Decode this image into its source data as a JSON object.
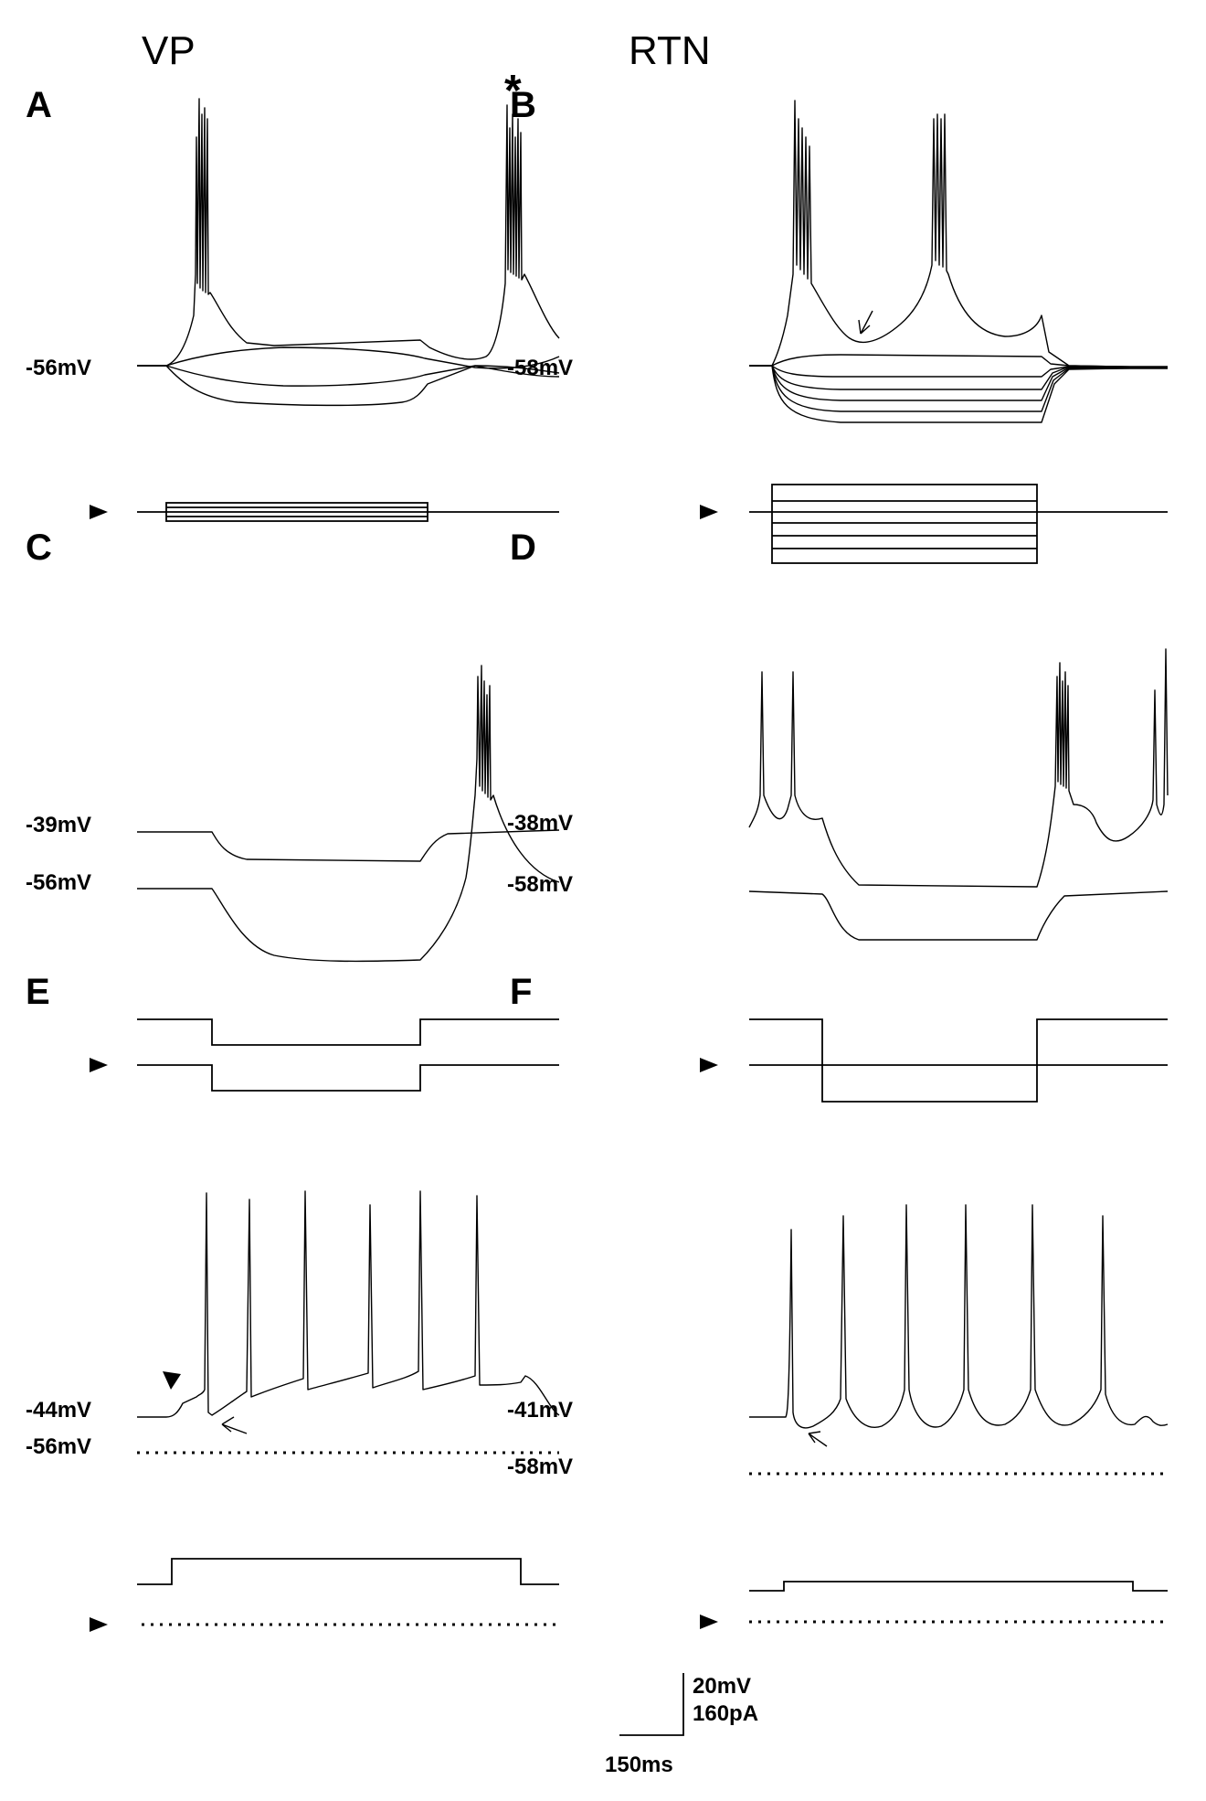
{
  "columns": {
    "left": "VP",
    "right": "RTN"
  },
  "panels": {
    "A": {
      "letter": "A",
      "potentials": [
        "-56mV"
      ],
      "marker": "*"
    },
    "B": {
      "letter": "B",
      "potentials": [
        "-58mV"
      ]
    },
    "C": {
      "letter": "C",
      "potentials": [
        "-39mV",
        "-56mV"
      ]
    },
    "D": {
      "letter": "D",
      "potentials": [
        "-38mV",
        "-58mV"
      ]
    },
    "E": {
      "letter": "E",
      "potentials": [
        "-44mV",
        "-56mV"
      ]
    },
    "F": {
      "letter": "F",
      "potentials": [
        "-41mV",
        "-58mV"
      ]
    }
  },
  "scale_bar": {
    "voltage": "20mV",
    "current": "160pA",
    "time": "150ms"
  }
}
